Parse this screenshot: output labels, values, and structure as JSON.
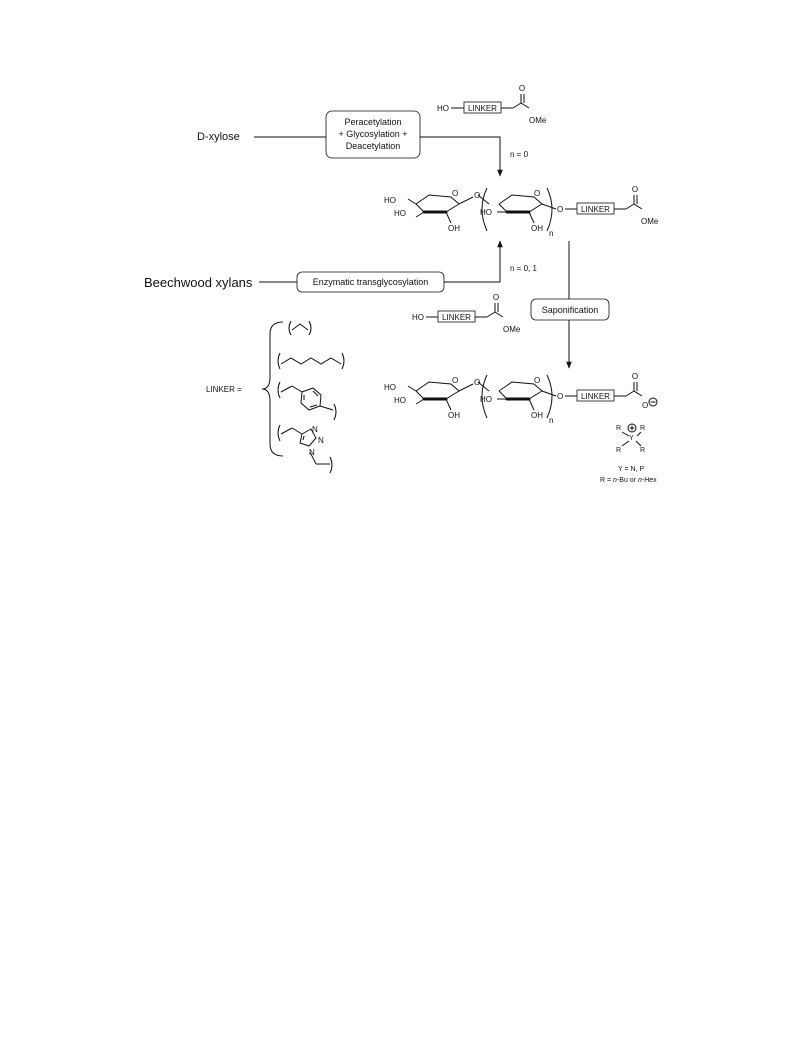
{
  "start_materials": {
    "d_xylose": "D-xylose",
    "beechwood": "Beechwood xylans"
  },
  "steps": {
    "step1_line1": "Peracetylation",
    "step1_line2": "+ Glycosylation +",
    "step1_line3": "Deacetylation",
    "step2": "Enzymatic transglycosylation",
    "step3": "Saponification"
  },
  "conditions": {
    "n0": "n = 0",
    "n01": "n = 0, 1"
  },
  "reagent": {
    "ho": "HO",
    "linker": "LINKER",
    "carbonyl_o": "O",
    "ome": "OMe"
  },
  "product": {
    "ho": "HO",
    "oh": "OH",
    "ring_o": "O",
    "n": "n",
    "linker": "LINKER",
    "carbonyl_o": "O",
    "ome": "OMe",
    "o_minus": "O",
    "minus": "−"
  },
  "cation": {
    "r": "R",
    "y": "Y",
    "plus": "+",
    "y_def": "Y = N, P",
    "r_def_prefix": "R = ",
    "r_def_nbu": "n",
    "r_def_bu": "-Bu or ",
    "r_def_nhex": "n",
    "r_def_hex": "-Hex"
  },
  "linker_def": {
    "label": "LINKER =",
    "ring_n": "N",
    "ring_n2": "N",
    "ring_n3": "N"
  }
}
